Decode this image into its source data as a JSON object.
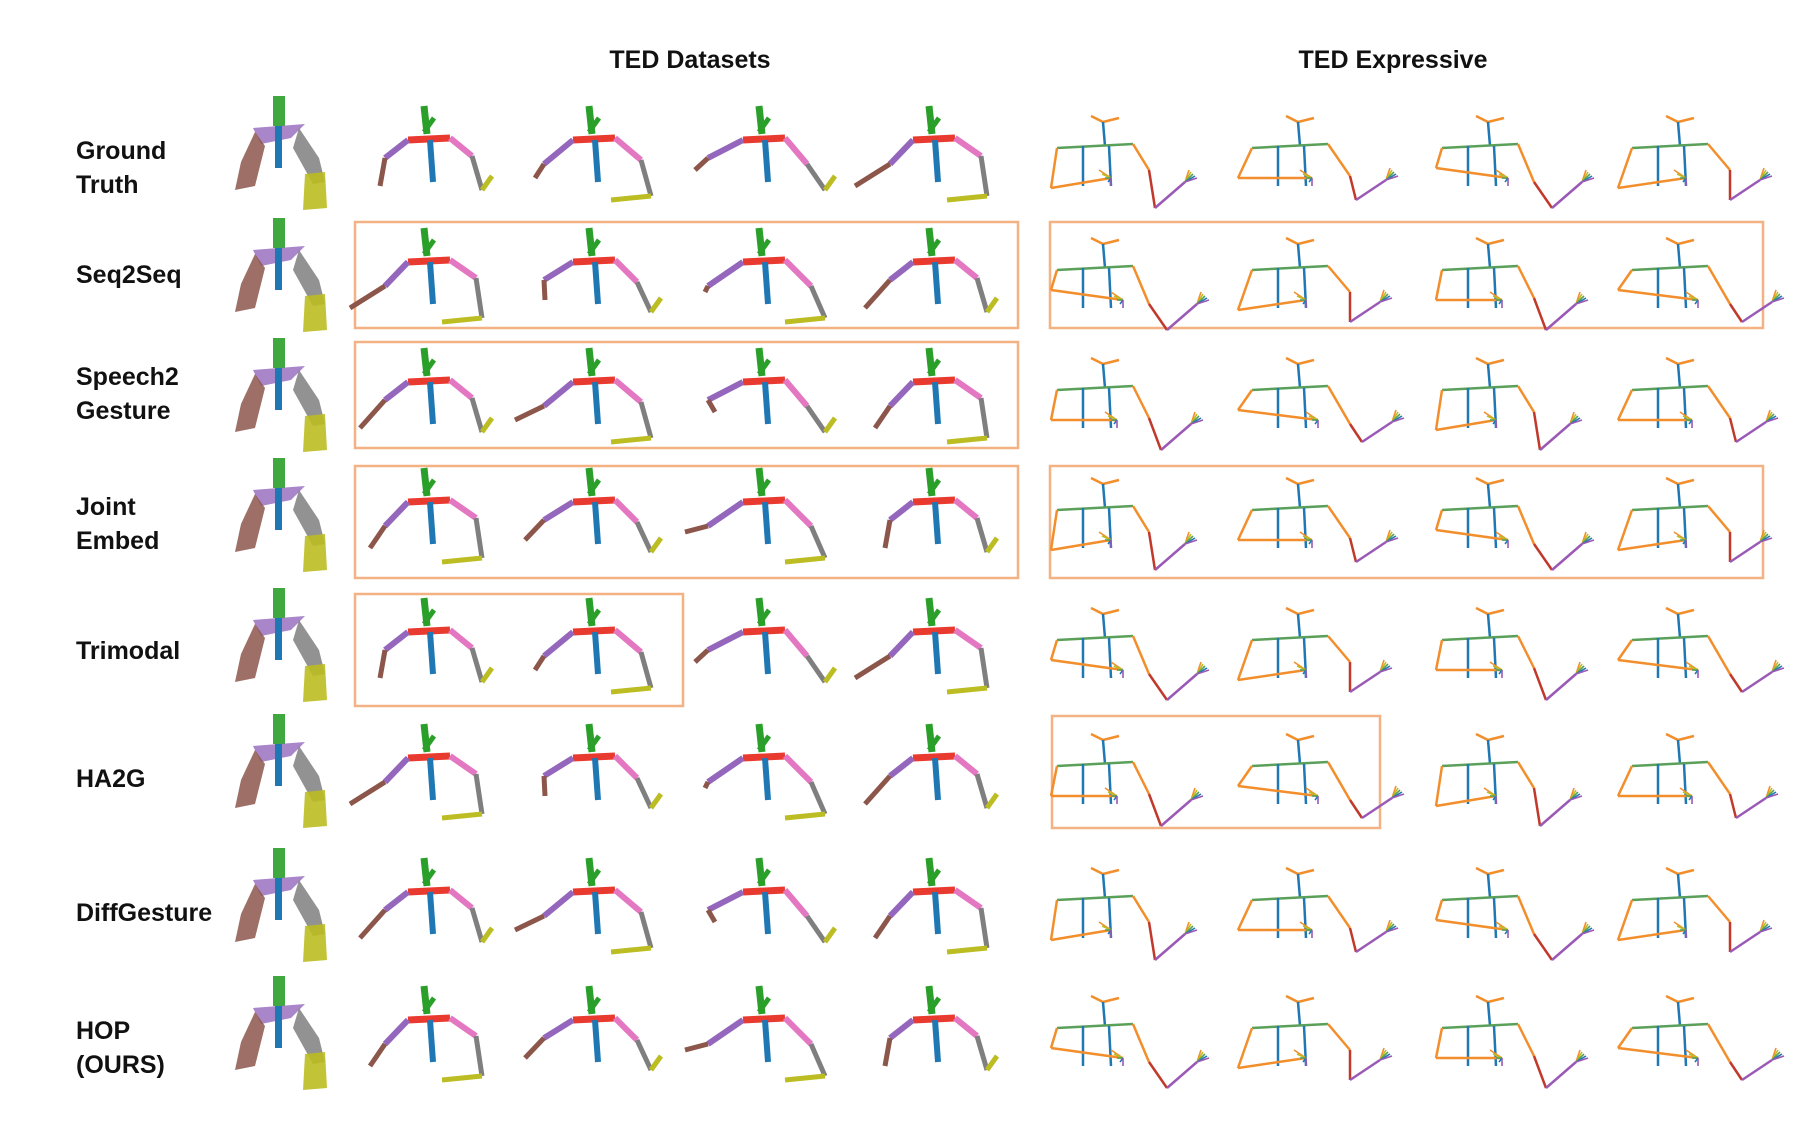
{
  "headers": {
    "ted_datasets": "TED Datasets",
    "ted_expressive": "TED Expressive"
  },
  "rows": [
    {
      "lines": [
        "Ground",
        "Truth"
      ]
    },
    {
      "lines": [
        "Seq2Seq"
      ]
    },
    {
      "lines": [
        "Speech2",
        "Gesture"
      ]
    },
    {
      "lines": [
        "Joint",
        "Embed"
      ]
    },
    {
      "lines": [
        "Trimodal"
      ]
    },
    {
      "lines": [
        "HA2G"
      ]
    },
    {
      "lines": [
        "DiffGesture"
      ]
    },
    {
      "lines": [
        "HOP",
        "(OURS)"
      ]
    }
  ],
  "colors": {
    "highlight_box": "#f4b183",
    "torso": "#e83a2f",
    "head": "#2aa02a",
    "spine": "#1f77b4",
    "left_upper_arm": "#9467bd",
    "left_forearm": "#8c564b",
    "right_upper_arm": "#e377c2",
    "right_forearm": "#7f7f7f",
    "hand": "#bcbd22",
    "exp_trunk": "#5aa05a",
    "exp_arm": "#f28e2b",
    "exp_limb2": "#c0392b",
    "exp_limb3": "#9b59b6"
  }
}
